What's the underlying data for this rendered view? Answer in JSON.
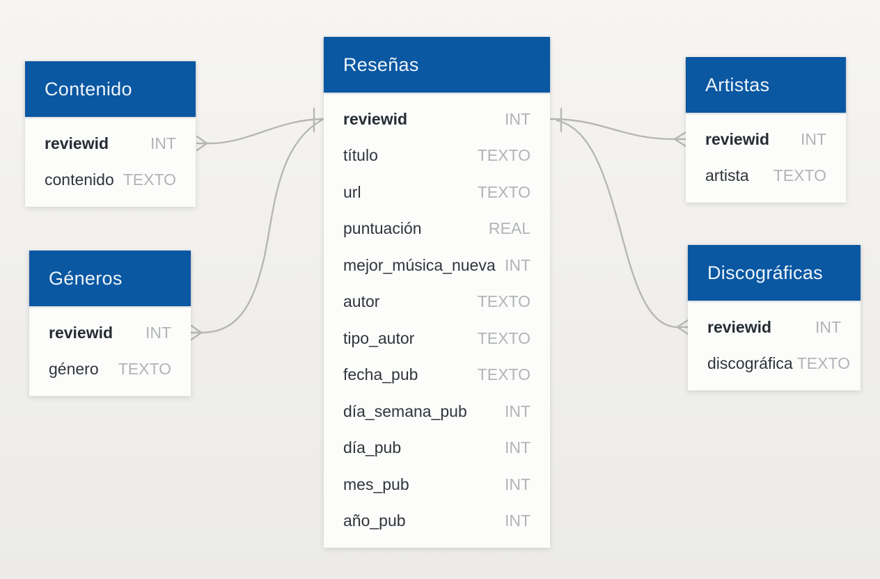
{
  "colors": {
    "header_bg": "#0a57a2",
    "header_text": "#eef4fa",
    "canvas_bg": "#f0efed",
    "table_bg": "#fcfcfb",
    "field_name": "#2f353b",
    "field_type": "#b1b4b7",
    "connector": "#b6b6b4"
  },
  "tables": {
    "resenas": {
      "title": "Reseñas",
      "fields": [
        {
          "name": "reviewid",
          "type": "INT"
        },
        {
          "name": "título",
          "type": "TEXTO"
        },
        {
          "name": "url",
          "type": "TEXTO"
        },
        {
          "name": "puntuación",
          "type": "REAL"
        },
        {
          "name": "mejor_música_nueva",
          "type": "INT"
        },
        {
          "name": "autor",
          "type": "TEXTO"
        },
        {
          "name": "tipo_autor",
          "type": "TEXTO"
        },
        {
          "name": "fecha_pub",
          "type": "TEXTO"
        },
        {
          "name": "día_semana_pub",
          "type": "INT"
        },
        {
          "name": "día_pub",
          "type": "INT"
        },
        {
          "name": "mes_pub",
          "type": "INT"
        },
        {
          "name": "año_pub",
          "type": "INT"
        }
      ]
    },
    "contenido": {
      "title": "Contenido",
      "fields": [
        {
          "name": "reviewid",
          "type": "INT"
        },
        {
          "name": "contenido",
          "type": "TEXTO"
        }
      ]
    },
    "generos": {
      "title": "Géneros",
      "fields": [
        {
          "name": "reviewid",
          "type": "INT"
        },
        {
          "name": "género",
          "type": "TEXTO"
        }
      ]
    },
    "artistas": {
      "title": "Artistas",
      "fields": [
        {
          "name": "reviewid",
          "type": "INT"
        },
        {
          "name": "artista",
          "type": "TEXTO"
        }
      ]
    },
    "discograficas": {
      "title": "Discográficas",
      "fields": [
        {
          "name": "reviewid",
          "type": "INT"
        },
        {
          "name": "discográfica",
          "type": "TEXTO"
        }
      ]
    }
  },
  "connections": [
    {
      "from": "Reseñas.reviewid",
      "to": "Contenido.reviewid",
      "from_end": "one",
      "to_end": "many"
    },
    {
      "from": "Reseñas.reviewid",
      "to": "Géneros.reviewid",
      "from_end": "one",
      "to_end": "many"
    },
    {
      "from": "Reseñas.reviewid",
      "to": "Artistas.reviewid",
      "from_end": "one",
      "to_end": "many"
    },
    {
      "from": "Reseñas.reviewid",
      "to": "Discográficas.reviewid",
      "from_end": "one",
      "to_end": "many"
    }
  ]
}
